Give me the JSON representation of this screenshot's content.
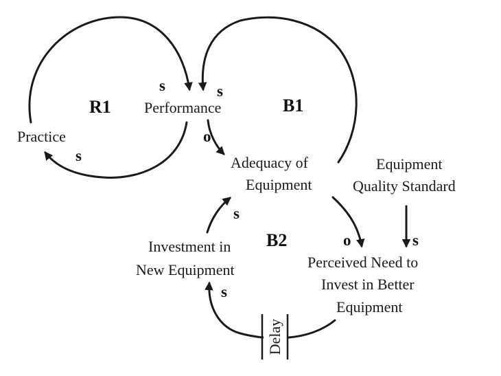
{
  "nodes": {
    "performance": "Performance",
    "practice": "Practice",
    "adequacy_line1": "Adequacy of",
    "adequacy_line2": "Equipment",
    "standard_line1": "Equipment",
    "standard_line2": "Quality Standard",
    "investment_line1": "Investment in",
    "investment_line2": "New Equipment",
    "need_line1": "Perceived Need to",
    "need_line2": "Invest in Better",
    "need_line3": "Equipment"
  },
  "loops": {
    "r1": "R1",
    "b1": "B1",
    "b2": "B2"
  },
  "polarities": {
    "practice_to_performance": "s",
    "adequacy_to_performance": "s",
    "performance_to_practice": "s",
    "performance_to_adequacy": "o",
    "adequacy_to_need": "o",
    "standard_to_need": "s",
    "need_to_investment": "s",
    "investment_to_adequacy": "s"
  },
  "delay_label": "Delay"
}
